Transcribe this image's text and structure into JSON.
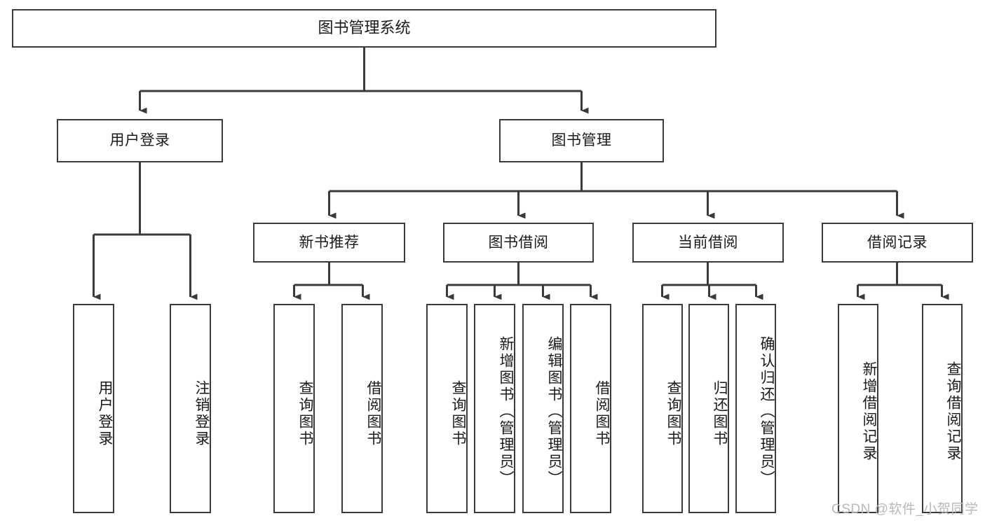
{
  "diagram": {
    "title": "图书管理系统",
    "watermark": "CSDN @软件_小贺同学",
    "theme": {
      "background": "#ffffff",
      "border": "#3a3a3a",
      "text": "#1a1a1a",
      "watermark_color": "#b8b8b8"
    },
    "root": {
      "label": "图书管理系统"
    },
    "level2": [
      {
        "label": "用户登录"
      },
      {
        "label": "图书管理"
      }
    ],
    "level3": [
      {
        "label": "新书推荐"
      },
      {
        "label": "图书借阅"
      },
      {
        "label": "当前借阅"
      },
      {
        "label": "借阅记录"
      }
    ],
    "leaves": {
      "user_login": [
        {
          "label": "用户登录"
        },
        {
          "label": "注销登录"
        }
      ],
      "new_book": [
        {
          "label": "查询图书"
        },
        {
          "label": "借阅图书"
        }
      ],
      "book_borrow": [
        {
          "label": "查询图书"
        },
        {
          "label": "新增图书（管理员）"
        },
        {
          "label": "编辑图书（管理员）"
        },
        {
          "label": "借阅图书"
        }
      ],
      "current_borrow": [
        {
          "label": "查询图书"
        },
        {
          "label": "归还图书"
        },
        {
          "label": "确认归还（管理员）"
        }
      ],
      "borrow_record": [
        {
          "label": "新增借阅记录"
        },
        {
          "label": "查询借阅记录"
        }
      ]
    }
  }
}
